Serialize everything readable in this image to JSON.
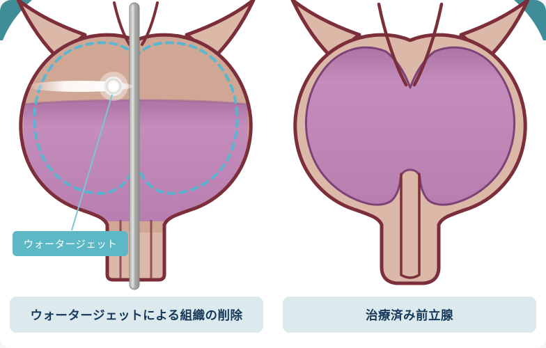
{
  "card": {
    "background": "#ffffff"
  },
  "colors": {
    "outline_red": "#7c2f3a",
    "tissue_tan": "#dcb8a8",
    "inner_tan": "#d0a795",
    "prostate_purple": "#bd84b4",
    "dashed_teal": "#54b6d2",
    "accent_teal": "#5cb8c4",
    "corner_teal": "#3f8d97",
    "caption_bg": "#dce9ed",
    "caption_text": "#16395b",
    "instrument_gray": "#a9a9a7"
  },
  "left_panel": {
    "callout_label": "ウォータージェット",
    "caption": "ウォータージェットによる組織の削除"
  },
  "right_panel": {
    "caption": "治療済み前立腺"
  }
}
